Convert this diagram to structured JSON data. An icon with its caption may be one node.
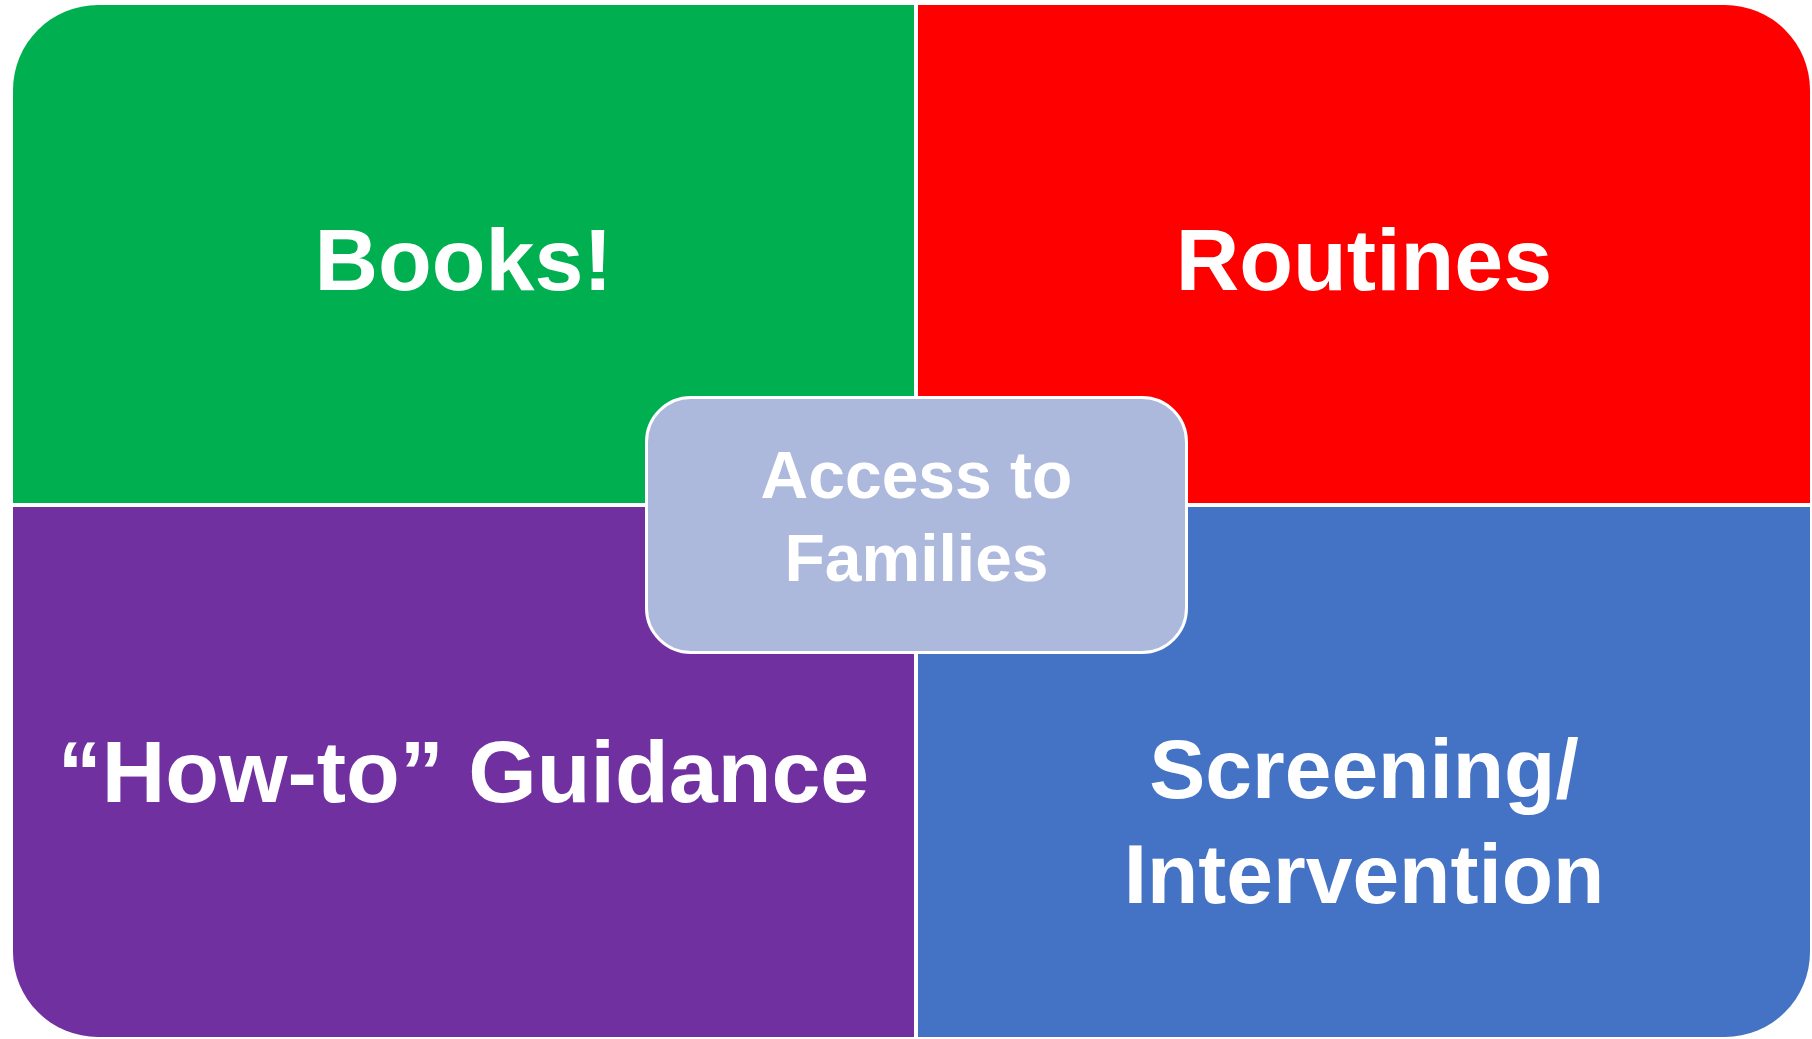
{
  "diagram": {
    "nodes": [
      {
        "text": [
          "Books!"
        ]
      },
      {
        "text": [
          "Routines"
        ]
      },
      {
        "text": [
          "Access to Families"
        ]
      },
      {
        "text": [
          "“How-to” Guidance"
        ]
      },
      {
        "text": [
          "Screening/ Intervention"
        ]
      }
    ]
  }
}
